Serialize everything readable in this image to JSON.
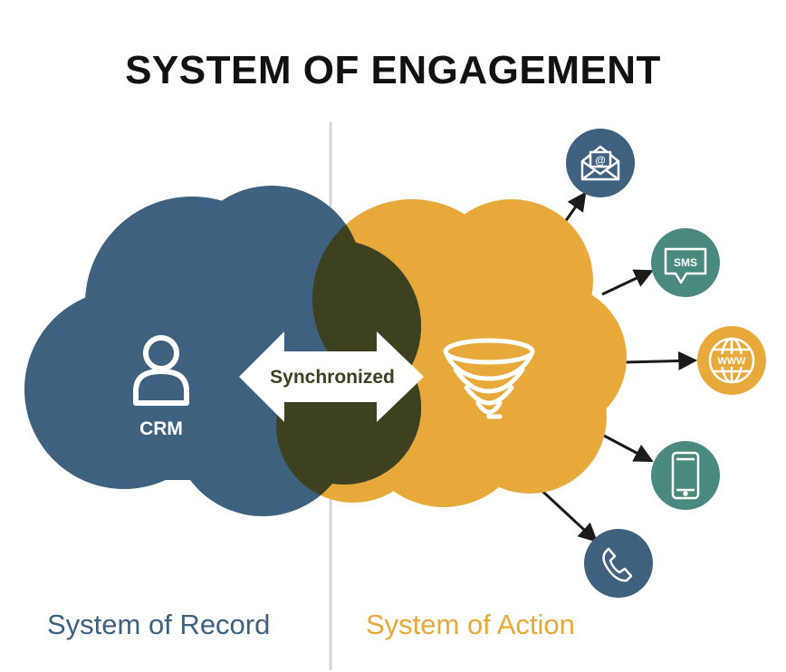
{
  "title": "SYSTEM OF ENGAGEMENT",
  "left_cloud": {
    "label": "CRM",
    "icon": "person-icon",
    "color": "#3e6180"
  },
  "right_cloud": {
    "icon": "funnel-icon",
    "color": "#e8a93b"
  },
  "overlap": {
    "label": "Synchronized",
    "icon": "double-arrow-icon",
    "color": "#3d4120"
  },
  "channels": [
    {
      "name": "email",
      "icon": "email-icon",
      "text": "@",
      "color": "#3e6180"
    },
    {
      "name": "sms",
      "icon": "sms-icon",
      "text": "SMS",
      "color": "#4a8a7e"
    },
    {
      "name": "web",
      "icon": "globe-icon",
      "text": "WWW",
      "color": "#e8a93b"
    },
    {
      "name": "mobile",
      "icon": "phone-icon",
      "text": "",
      "color": "#4a8a7e"
    },
    {
      "name": "phone",
      "icon": "telephone-icon",
      "text": "",
      "color": "#3e6180"
    }
  ],
  "footer": {
    "left_label": "System of Record",
    "right_label": "System of Action"
  }
}
